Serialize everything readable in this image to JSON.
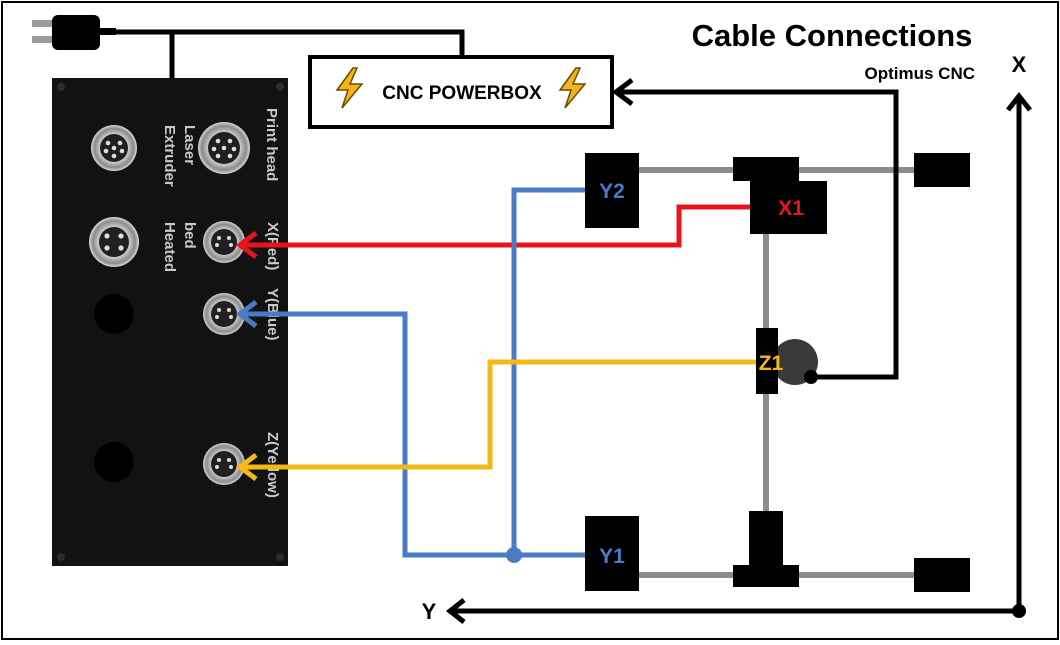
{
  "title": "Cable Connections",
  "subtitle": "Optimus CNC",
  "powerbox": {
    "label": "CNC POWERBOX"
  },
  "panel": {
    "ports": {
      "extruder_laser": "Extruder\nLaser",
      "print_head": "Print head",
      "heated_bed": "Heated\nbed",
      "x_red": "X(Red)",
      "y_blue": "Y(Blue)",
      "z_yellow": "Z(Yellow)"
    }
  },
  "motors": {
    "x1": "X1",
    "y1": "Y1",
    "y2": "Y2",
    "z1": "Z1"
  },
  "axes": {
    "x": "X",
    "y": "Y"
  },
  "colors": {
    "x_cable": "#e8141b",
    "y_cable": "#4a7bc4",
    "z_cable": "#f4b916",
    "power_cable": "#000000",
    "rail": "#8c8c8c",
    "panel": "#121212",
    "lightning": "#f2b31b"
  },
  "icons": {
    "plug": "power-plug-icon",
    "lightning": "lightning-icon"
  }
}
